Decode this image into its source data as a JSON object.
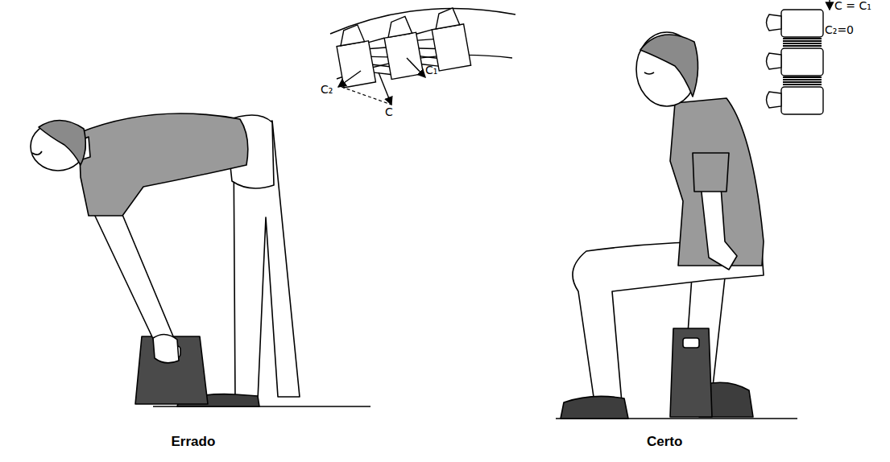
{
  "diagram": {
    "labels": [
      "C₂",
      "C₁",
      "C",
      "C = C₁",
      "C₂=0",
      "Errado",
      "Certo"
    ]
  }
}
